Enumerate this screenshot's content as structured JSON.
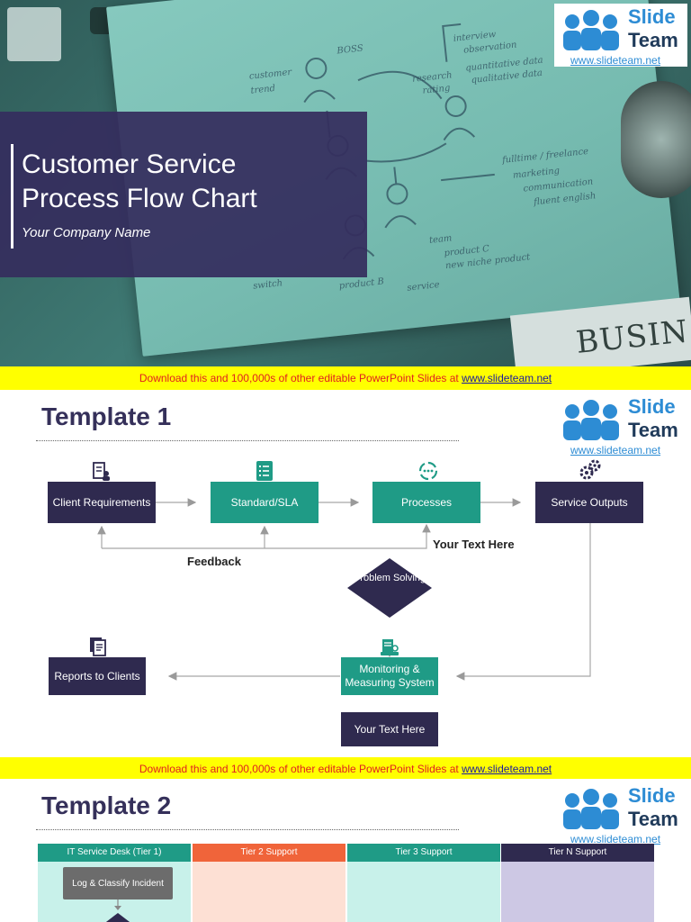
{
  "slide1": {
    "title_line1": "Customer Service",
    "title_line2": "Process Flow Chart",
    "company": "Your Company Name",
    "photo_text": {
      "boss": "BOSS",
      "customer": "customer",
      "trend": "trend",
      "research": "research",
      "rating": "rating",
      "interview": "interview",
      "observation": "observation",
      "quant": "quantitative data",
      "qual": "qualitative data",
      "fulltime": "fulltime / freelance",
      "marketing": "marketing",
      "communication": "communication",
      "english": "fluent english",
      "team": "team",
      "productc": "product C",
      "newniche": "new niche product",
      "switch": "switch",
      "productb": "product B",
      "service": "service",
      "newspaper": "BUSIN"
    }
  },
  "logo": {
    "slide": "Slide",
    "team": "Team",
    "url": "www.slideteam.net"
  },
  "banner": {
    "text": "Download this and 100,000s of other editable PowerPoint Slides at ",
    "link": "www.slideteam.net"
  },
  "template1": {
    "title": "Template 1",
    "client_requirements": "Client Requirements",
    "standard_sla": "Standard/SLA",
    "processes": "Processes",
    "service_outputs": "Service Outputs",
    "your_text_top": "Your Text Here",
    "feedback": "Feedback",
    "problem_solving": "Problem Solving",
    "reports_to_clients": "Reports to Clients",
    "monitoring": "Monitoring & Measuring System",
    "your_text_bottom": "Your Text Here"
  },
  "template2": {
    "title": "Template 2",
    "columns": [
      {
        "label": "IT Service Desk (Tier 1)",
        "head_color": "#1f9b86",
        "body_color": "#c8f1ea"
      },
      {
        "label": "Tier 2 Support",
        "head_color": "#f0643a",
        "body_color": "#fde0d4"
      },
      {
        "label": "Tier 3 Support",
        "head_color": "#1f9b86",
        "body_color": "#c8f1ea"
      },
      {
        "label": "Tier N Support",
        "head_color": "#2f2a4f",
        "body_color": "#cdc8e4"
      }
    ],
    "log_classify": "Log & Classify Incident"
  },
  "colors": {
    "navy": "#2f2a4f",
    "teal": "#1f9b86",
    "banner": "#ffff00",
    "title_box": "#352d5e"
  }
}
